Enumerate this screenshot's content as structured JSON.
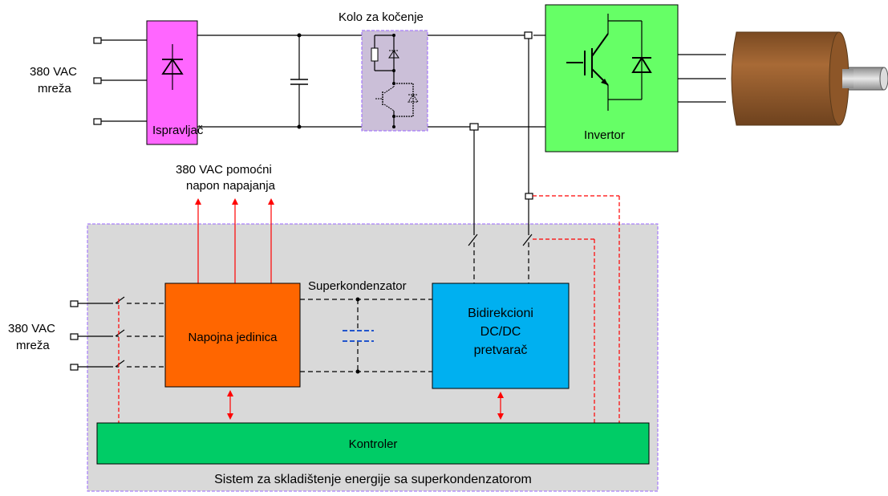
{
  "labels": {
    "grid_top_line1": "380 VAC",
    "grid_top_line2": "mreža",
    "rectifier": "Ispravljač",
    "braking_circuit": "Kolo za kočenje",
    "inverter": "Invertor",
    "aux_supply_line1": "380 VAC pomoćni",
    "aux_supply_line2": "napon napajanja",
    "grid_bottom_line1": "380 VAC",
    "grid_bottom_line2": "mreža",
    "power_unit": "Napojna jedinica",
    "supercapacitor": "Superkondenzator",
    "dcdc_line1": "Bidirekcioni",
    "dcdc_line2": "DC/DC",
    "dcdc_line3": "pretvarač",
    "controller": "Kontroler",
    "storage_system": "Sistem za skladištenje energije sa superkondenzatorom"
  },
  "colors": {
    "rectifier": "#ff66ff",
    "braking_circuit": "#cbbfd8",
    "inverter": "#66ff66",
    "storage_background": "#d9d9d9",
    "power_unit": "#ff6600",
    "dcdc_converter": "#00b0f0",
    "controller": "#00cc66",
    "motor": "#9c5f2f",
    "signal": "#ff0000"
  }
}
